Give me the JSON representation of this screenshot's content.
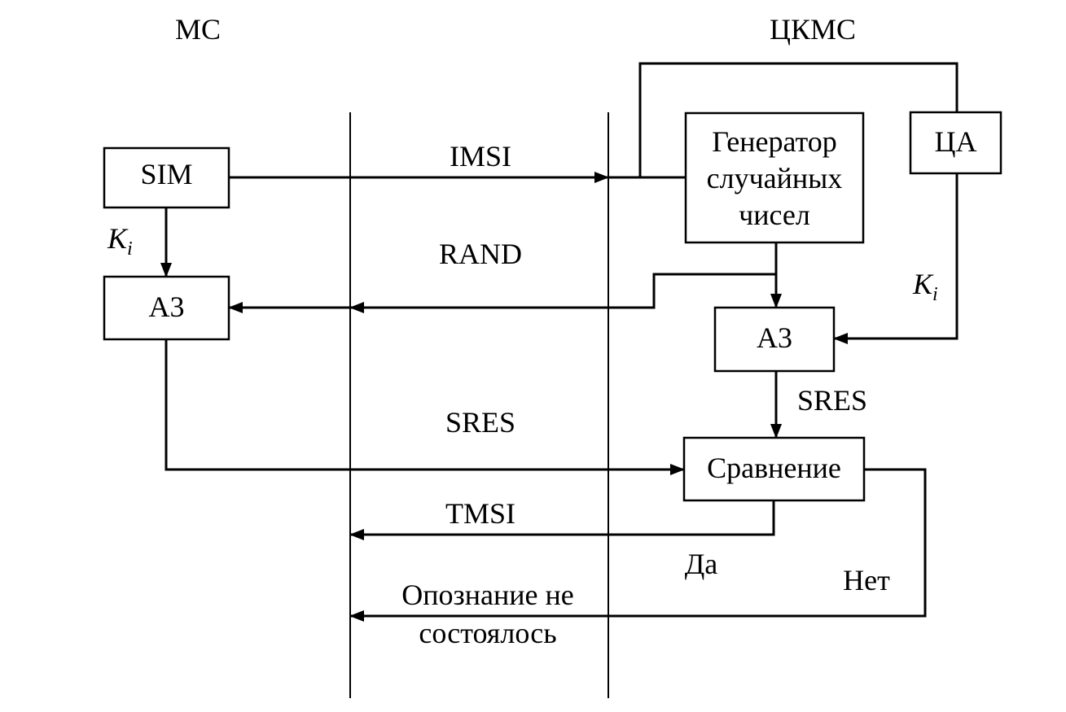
{
  "headers": {
    "ms": "МС",
    "msc": "ЦКМС"
  },
  "blocks": {
    "sim": "SIM",
    "a3_ms": "A3",
    "rng": [
      "Генератор",
      "случайных",
      "чисел"
    ],
    "auc": "ЦА",
    "a3_msc": "A3",
    "compare": "Сравнение"
  },
  "signals": {
    "imsi": "IMSI",
    "rand": "RAND",
    "sres_ms": "SRES",
    "sres_msc": "SRES",
    "tmsi": "TMSI",
    "yes": "Да",
    "no": "Нет",
    "fail": [
      "Опознание не",
      "состоялось"
    ]
  },
  "keys": {
    "ki_ms": {
      "main": "K",
      "sub": "i"
    },
    "ki_msc": {
      "main": "K",
      "sub": "i"
    }
  }
}
